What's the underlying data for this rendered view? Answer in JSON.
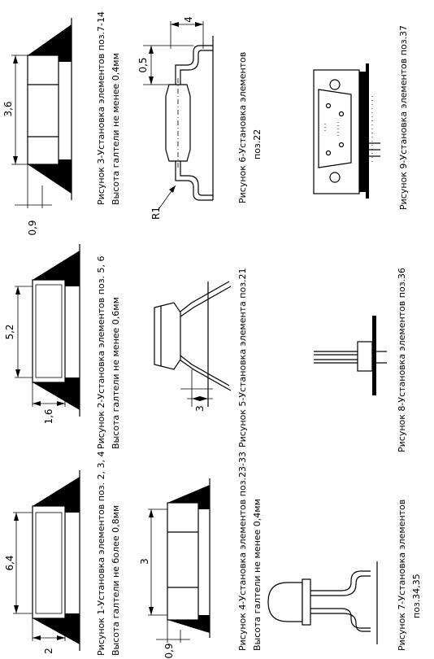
{
  "captions": {
    "fig1_line1": "Рисунок 1-Установка элементов поз. 2, 3, 4",
    "fig1_line2": "Высота галтели не более 0,8мм",
    "fig2_line1": "Рисунок 2-Установка элементов поз. 5, 6",
    "fig2_line2": "Высота галтели не менее 0,6мм",
    "fig3_line1": "Рисунок 3-Установка элементов поз.7-14",
    "fig3_line2": "Высота галтели не менее 0,4мм",
    "fig4_line1": "Рисунок 4-Установка элементов поз.23-33",
    "fig4_line2": "Высота галтели не менее 0,4мм",
    "fig5_line1": "Рисунок 5-Установка элемента поз.21",
    "fig6_line1": "Рисунок 6-Установка элементов",
    "fig6_line2": "поз.22",
    "fig7_line1": "Рисунок 7-Установка элементов",
    "fig7_line2": "поз.34,35",
    "fig8_line1": "Рисунок 8-Установка элементов поз.36",
    "fig9_line1": "Рисунок 9-Установка элементов поз.37"
  },
  "dimensions": {
    "fig1_length": "6,4",
    "fig1_height": "2",
    "fig2_length": "5,2",
    "fig2_height": "1,6",
    "fig3_length": "3,6",
    "fig3_height": "0,9",
    "fig4_length": "3",
    "fig4_height": "0,9",
    "fig5_height": "3",
    "fig6_pitch": "4",
    "fig6_offset": "0,5",
    "fig6_radius": "R1"
  }
}
